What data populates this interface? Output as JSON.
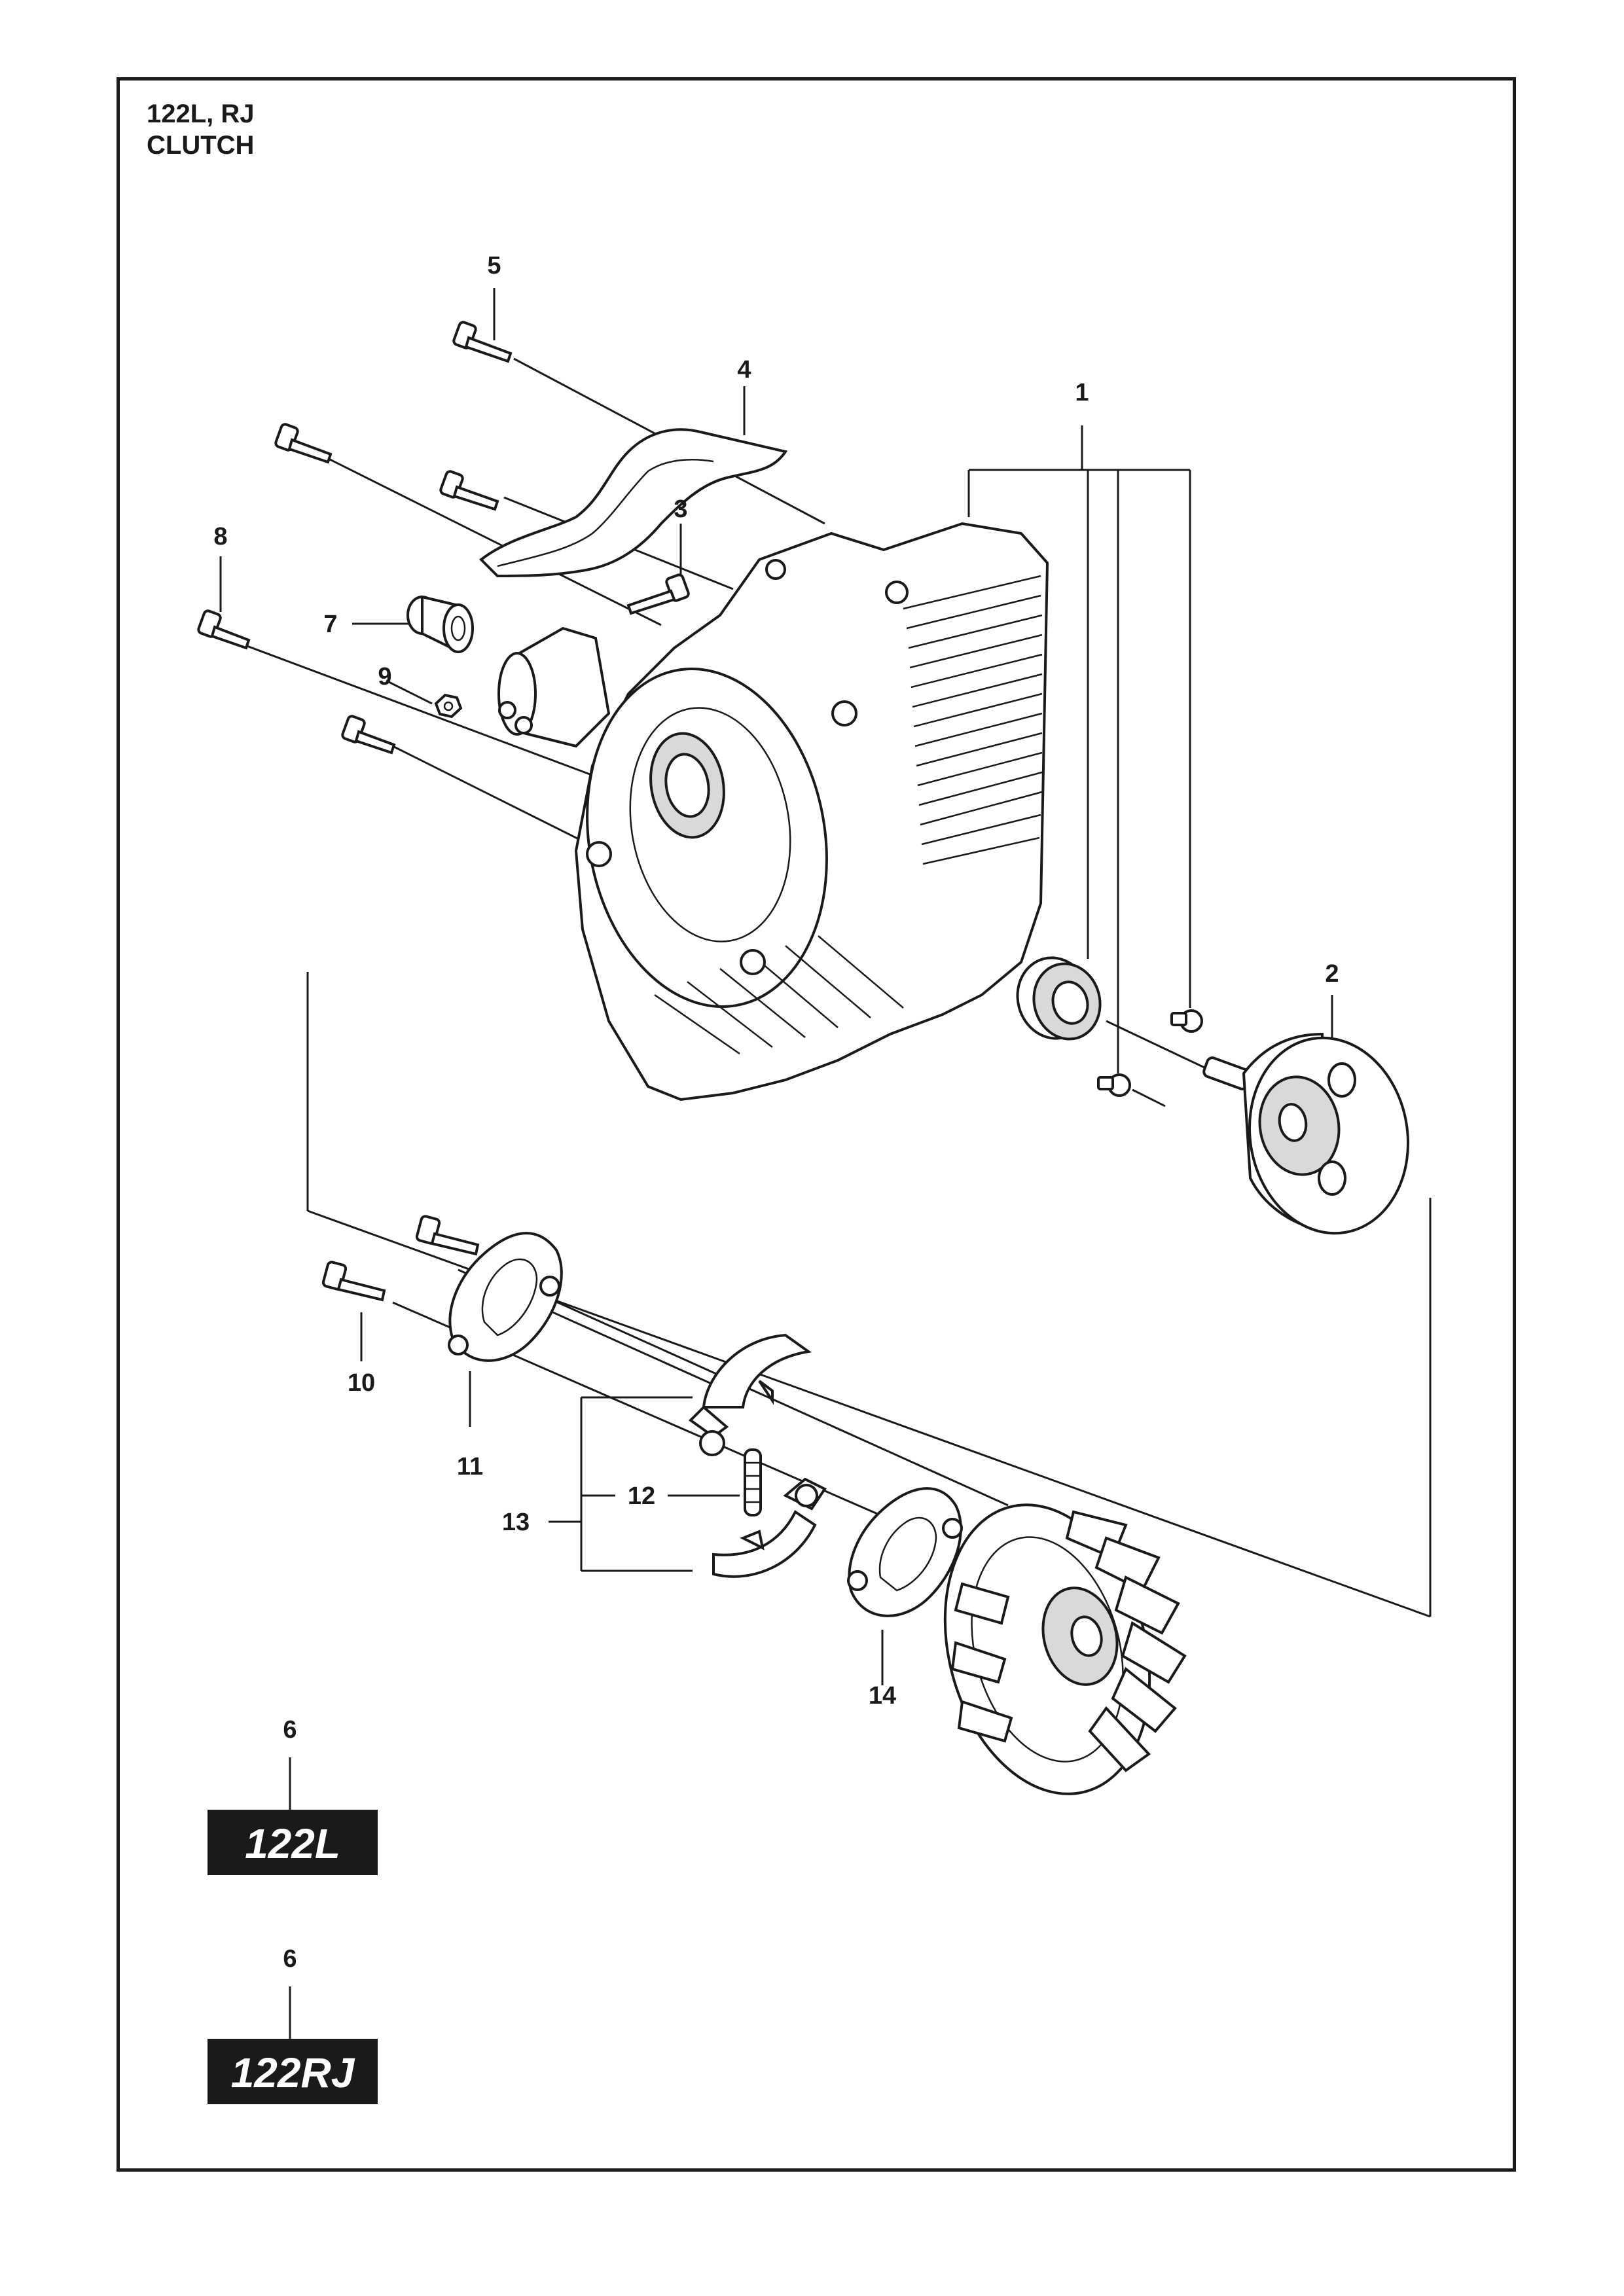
{
  "header": {
    "model": "122L, RJ",
    "section": "CLUTCH"
  },
  "callouts": [
    "1",
    "2",
    "3",
    "4",
    "5",
    "6",
    "7",
    "8",
    "9",
    "10",
    "11",
    "12",
    "13",
    "14"
  ],
  "badges": {
    "badge_122l": "122L",
    "badge_122rj": "122RJ",
    "badge_122l_ref": "6",
    "badge_122rj_ref": "6"
  },
  "colors": {
    "ink": "#1a1a1a",
    "badge_bg": "#1a1a1a",
    "paper": "#ffffff"
  }
}
